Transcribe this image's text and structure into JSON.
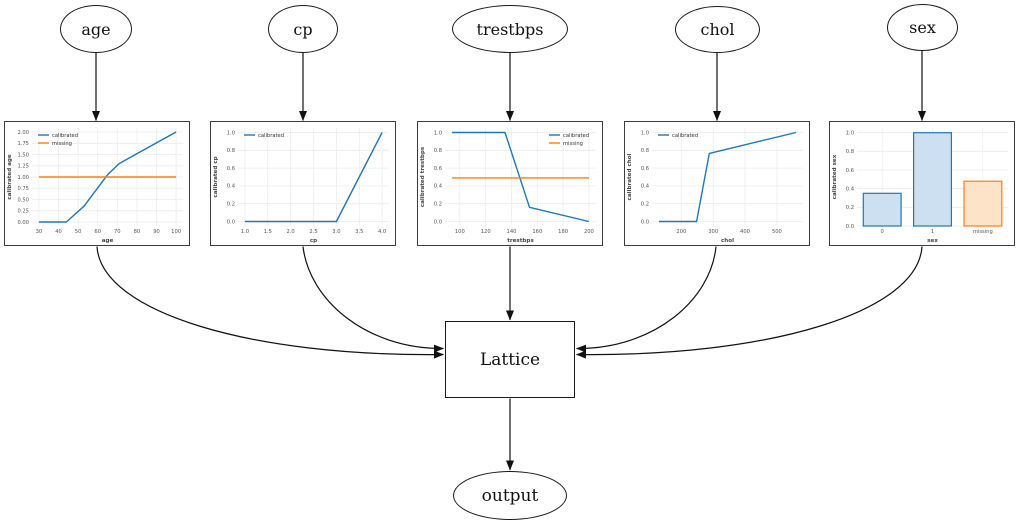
{
  "diagram": {
    "inputs": [
      {
        "id": "age",
        "label": "age"
      },
      {
        "id": "cp",
        "label": "cp"
      },
      {
        "id": "trestbps",
        "label": "trestbps"
      },
      {
        "id": "chol",
        "label": "chol"
      },
      {
        "id": "sex",
        "label": "sex"
      }
    ],
    "lattice_label": "Lattice",
    "output_label": "output"
  },
  "colors": {
    "calibrated": "#1f77b4",
    "missing": "#ff7f0e",
    "edge": "#111111",
    "grid": "#ececec",
    "tick_text": "#555555",
    "axis_label_text": "#444444",
    "node_border": "#1a1a1a",
    "chart_border": "#3d3d3d"
  },
  "chart_data": [
    {
      "type": "line",
      "xlabel": "age",
      "ylabel": "calibrated age",
      "xlim": [
        26.5,
        103.5
      ],
      "ylim": [
        -0.09,
        2.09
      ],
      "xticks": {
        "values": [
          30,
          40,
          50,
          60,
          70,
          80,
          90,
          100
        ],
        "labels": [
          "30",
          "40",
          "50",
          "60",
          "70",
          "80",
          "90",
          "100"
        ]
      },
      "yticks": {
        "values": [
          0,
          0.25,
          0.5,
          0.75,
          1.0,
          1.25,
          1.5,
          1.75,
          2.0
        ],
        "labels": [
          "0.00",
          "0.25",
          "0.50",
          "0.75",
          "1.00",
          "1.25",
          "1.50",
          "1.75",
          "2.00"
        ]
      },
      "legend": {
        "position": "top-left",
        "entries": [
          "calibrated",
          "missing"
        ]
      },
      "series": [
        {
          "name": "calibrated",
          "color": "#1f77b4",
          "points": [
            [
              30,
              0
            ],
            [
              44,
              0
            ],
            [
              53,
              0.35
            ],
            [
              65,
              1.05
            ],
            [
              71,
              1.3
            ],
            [
              100,
              2.0
            ]
          ]
        },
        {
          "name": "missing",
          "color": "#ff7f0e",
          "points": [
            [
              30,
              1.0
            ],
            [
              100,
              1.0
            ]
          ]
        }
      ]
    },
    {
      "type": "line",
      "xlabel": "cp",
      "ylabel": "calibrated cp",
      "xlim": [
        0.85,
        4.15
      ],
      "ylim": [
        -0.05,
        1.05
      ],
      "xticks": {
        "values": [
          1,
          1.5,
          2,
          2.5,
          3,
          3.5,
          4
        ],
        "labels": [
          "1.0",
          "1.5",
          "2.0",
          "2.5",
          "3.0",
          "3.5",
          "4.0"
        ]
      },
      "yticks": {
        "values": [
          0,
          0.2,
          0.4,
          0.6,
          0.8,
          1.0
        ],
        "labels": [
          "0.0",
          "0.2",
          "0.4",
          "0.6",
          "0.8",
          "1.0"
        ]
      },
      "legend": {
        "position": "top-left",
        "entries": [
          "calibrated"
        ]
      },
      "series": [
        {
          "name": "calibrated",
          "color": "#1f77b4",
          "points": [
            [
              1,
              0
            ],
            [
              3,
              0
            ],
            [
              4,
              1.0
            ]
          ]
        }
      ]
    },
    {
      "type": "line",
      "xlabel": "trestbps",
      "ylabel": "calibrated trestbps",
      "xlim": [
        88.5,
        205.5
      ],
      "ylim": [
        -0.05,
        1.05
      ],
      "xticks": {
        "values": [
          100,
          120,
          140,
          160,
          180,
          200
        ],
        "labels": [
          "100",
          "120",
          "140",
          "160",
          "180",
          "200"
        ]
      },
      "yticks": {
        "values": [
          0,
          0.2,
          0.4,
          0.6,
          0.8,
          1.0
        ],
        "labels": [
          "0.0",
          "0.2",
          "0.4",
          "0.6",
          "0.8",
          "1.0"
        ]
      },
      "legend": {
        "position": "top-right",
        "entries": [
          "calibrated",
          "missing"
        ]
      },
      "series": [
        {
          "name": "calibrated",
          "color": "#1f77b4",
          "points": [
            [
              94,
              1.0
            ],
            [
              135,
              1.0
            ],
            [
              154,
              0.16
            ],
            [
              200,
              0
            ]
          ]
        },
        {
          "name": "missing",
          "color": "#ff7f0e",
          "points": [
            [
              94,
              0.49
            ],
            [
              200,
              0.49
            ]
          ]
        }
      ]
    },
    {
      "type": "line",
      "xlabel": "chol",
      "ylabel": "calibrated chol",
      "xlim": [
        108,
        582
      ],
      "ylim": [
        -0.05,
        1.05
      ],
      "xticks": {
        "values": [
          200,
          300,
          400,
          500
        ],
        "labels": [
          "200",
          "300",
          "400",
          "500"
        ]
      },
      "yticks": {
        "values": [
          0,
          0.2,
          0.4,
          0.6,
          0.8,
          1.0
        ],
        "labels": [
          "0.0",
          "0.2",
          "0.4",
          "0.6",
          "0.8",
          "1.0"
        ]
      },
      "legend": {
        "position": "top-left",
        "entries": [
          "calibrated"
        ]
      },
      "series": [
        {
          "name": "calibrated",
          "color": "#1f77b4",
          "points": [
            [
              130,
              0
            ],
            [
              248,
              0
            ],
            [
              288,
              0.765
            ],
            [
              560,
              1.0
            ]
          ]
        }
      ]
    },
    {
      "type": "bar",
      "xlabel": "sex",
      "ylabel": "calibrated sex",
      "categories": [
        "0",
        "1",
        "missing"
      ],
      "values": [
        0.35,
        1.0,
        0.48
      ],
      "bar_styles": [
        {
          "fill": "#cde0f2",
          "stroke": "#1f77b4"
        },
        {
          "fill": "#cde0f2",
          "stroke": "#1f77b4"
        },
        {
          "fill": "#fde3c8",
          "stroke": "#ff7f0e"
        }
      ],
      "ylim": [
        0,
        1.05
      ],
      "yticks": {
        "values": [
          0,
          0.2,
          0.4,
          0.6,
          0.8,
          1.0
        ],
        "labels": [
          "0.0",
          "0.2",
          "0.4",
          "0.6",
          "0.8",
          "1.0"
        ]
      },
      "legend": null
    }
  ]
}
